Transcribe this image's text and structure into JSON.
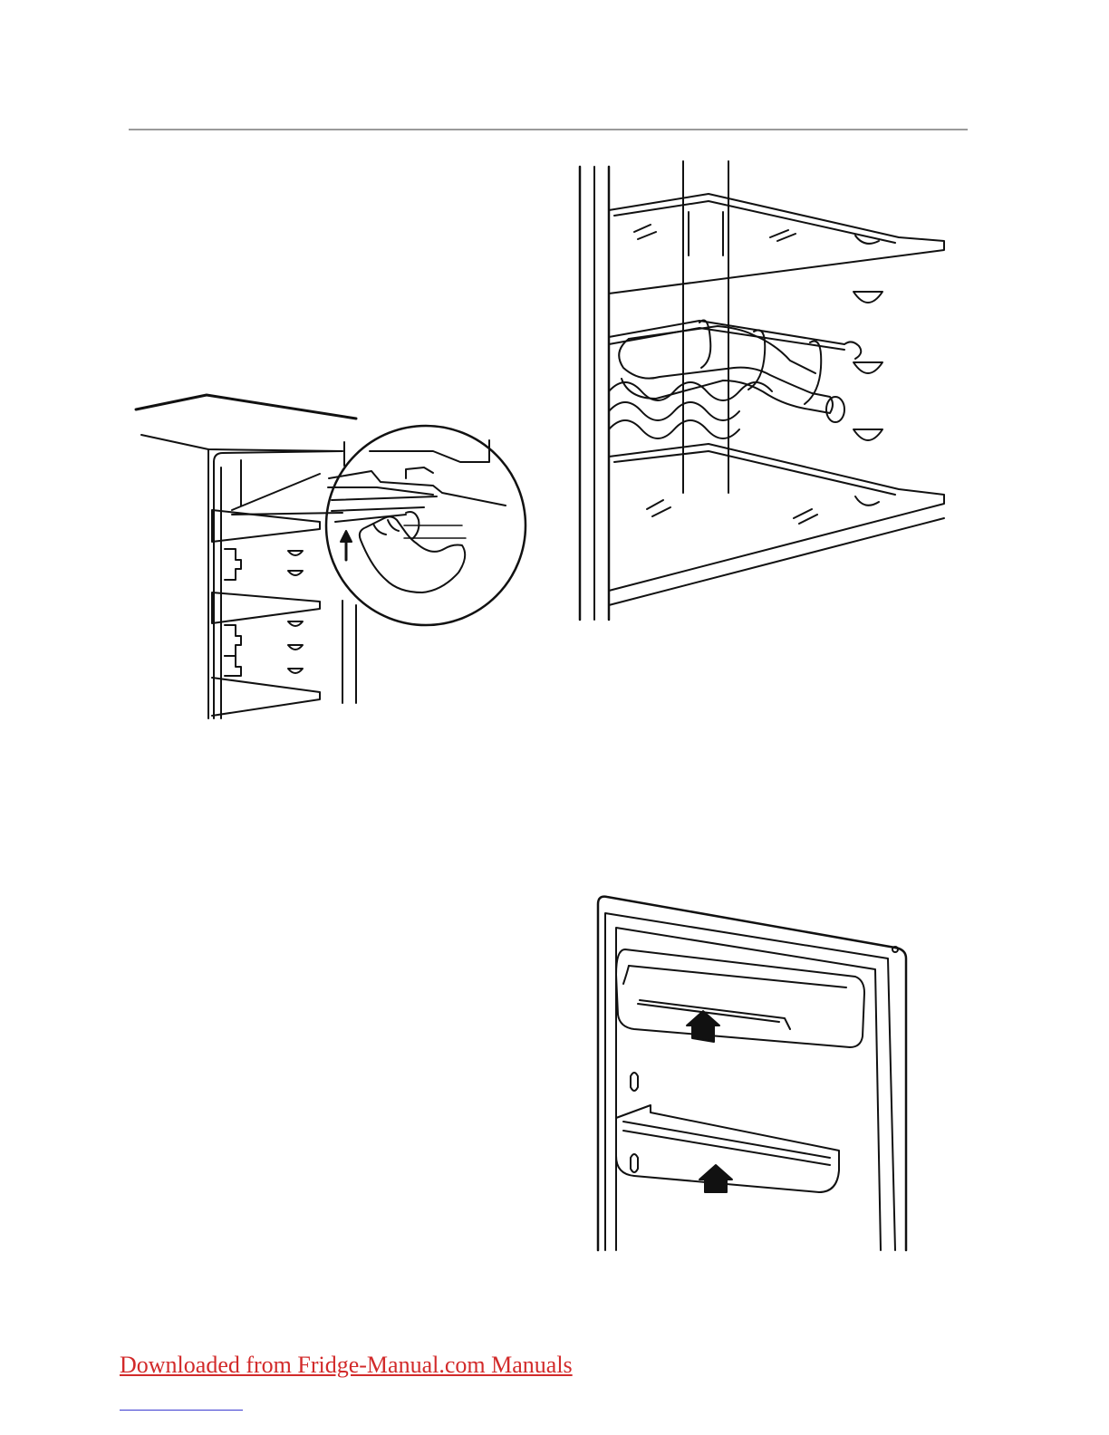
{
  "footer": {
    "link_text": "Downloaded from Fridge-Manual.com Manuals",
    "link_color": "#d22a2a"
  },
  "figures": {
    "shelves": {
      "icon": "fridge-shelf-removal-illustration"
    },
    "wine_rack": {
      "icon": "bottle-rack-illustration"
    },
    "door": {
      "icon": "door-balcony-removal-illustration"
    }
  }
}
